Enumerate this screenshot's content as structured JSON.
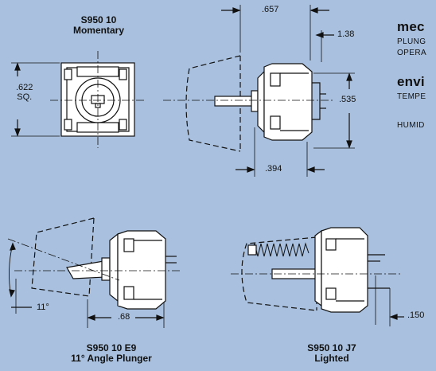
{
  "views": {
    "top_left": {
      "title1": "S950 10",
      "title2": "Momentary",
      "dim_size": ".622",
      "dim_size2": "SQ."
    },
    "top_right": {
      "dim_657": ".657",
      "dim_138": "1.38",
      "dim_535": ".535",
      "dim_394": ".394"
    },
    "bottom_left": {
      "title1": "S950 10 E9",
      "title2": "11° Angle Plunger",
      "dim_angle": "11°",
      "dim_68": ".68"
    },
    "bottom_right": {
      "title1": "S950 10 J7",
      "title2": "Lighted",
      "dim_150": ".150"
    }
  },
  "side": {
    "heading1": "mec",
    "line1": "PLUNG",
    "line2": "OPERA",
    "heading2": "envi",
    "line3": "TEMPE",
    "line4": "HUMID"
  },
  "colors": {
    "background": "#a9c1df",
    "part_fill": "#ffffff",
    "ink": "#111111"
  }
}
